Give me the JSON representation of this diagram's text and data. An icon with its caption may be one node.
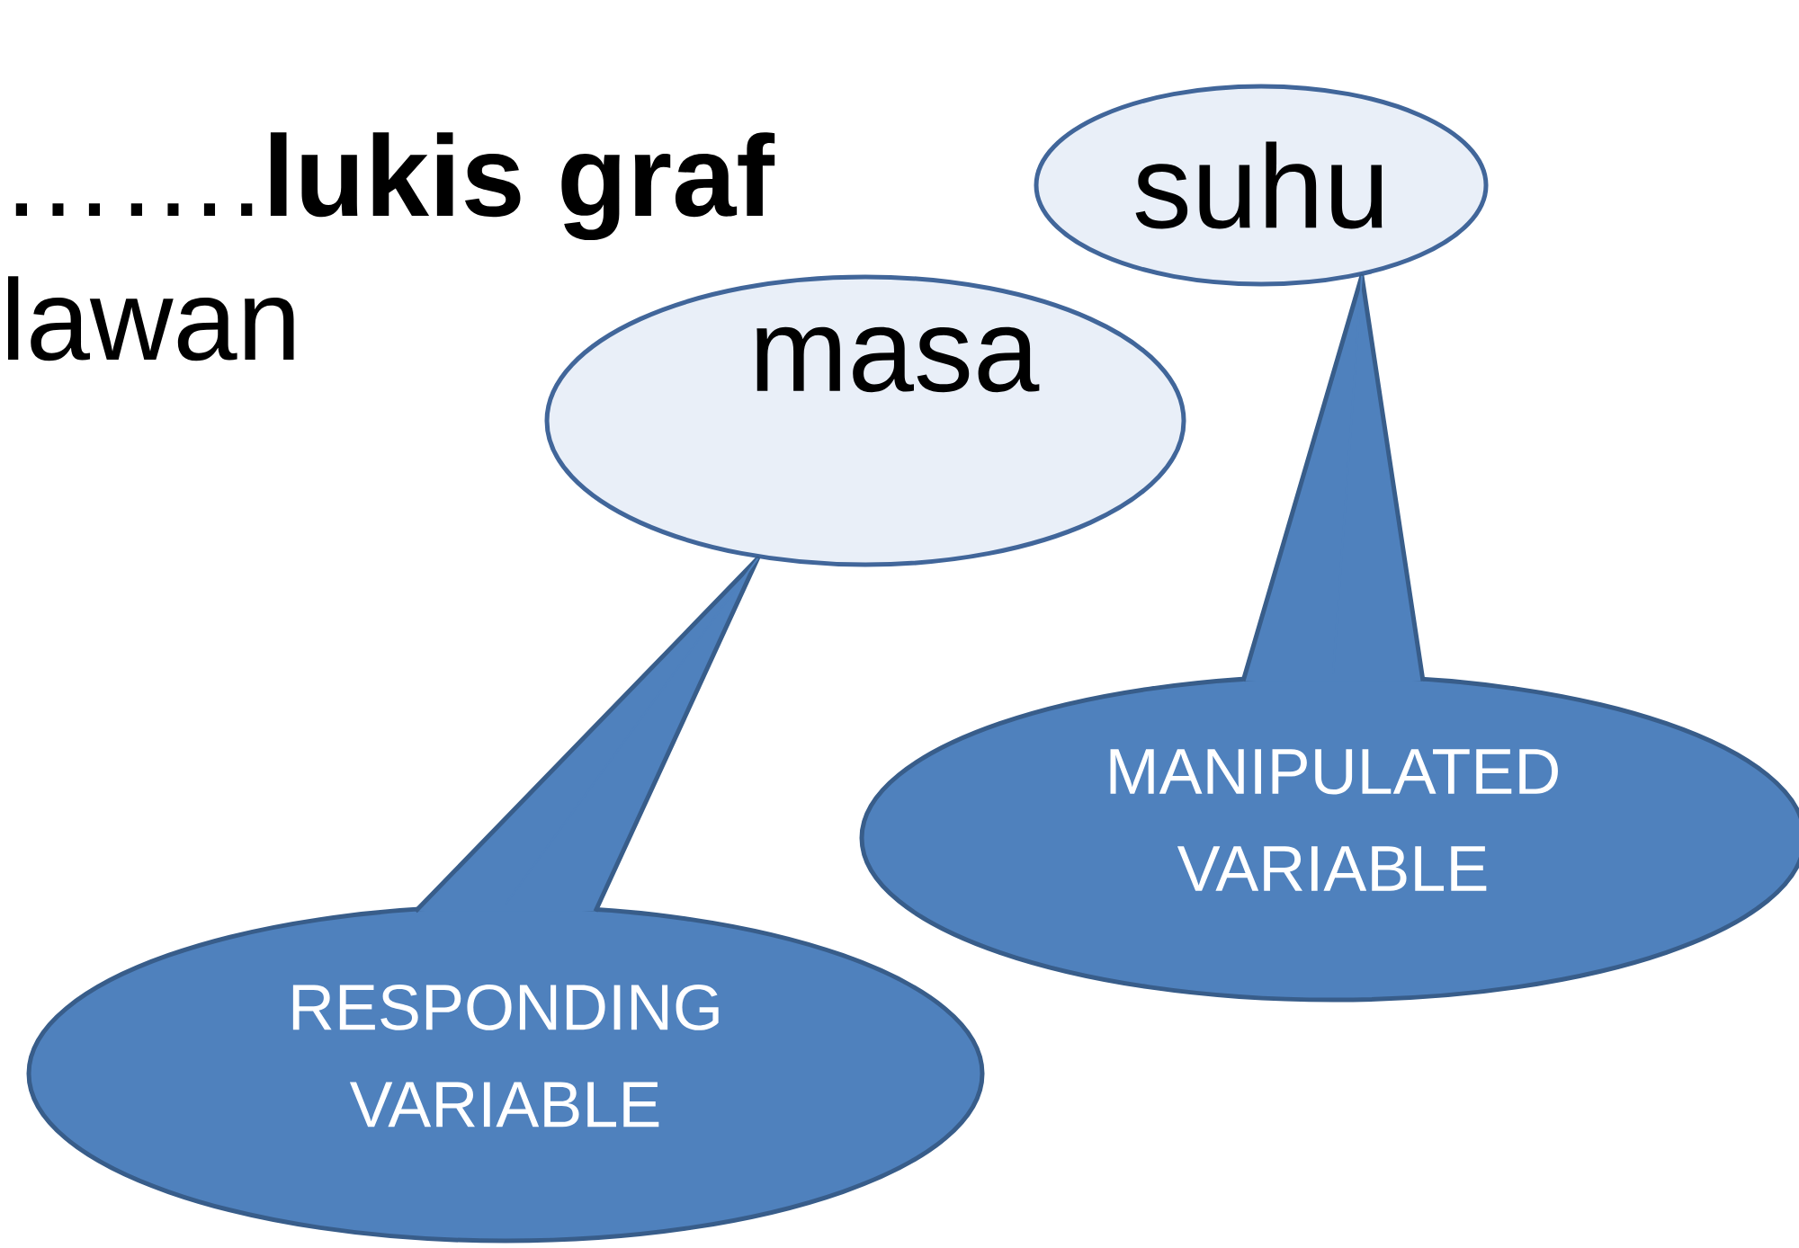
{
  "diagram": {
    "nodes": [
      {
        "text": [
          "suhu"
        ]
      },
      {
        "text": [
          "masa"
        ]
      },
      {
        "text": [
          "MANIPULATED VARIABLE"
        ]
      },
      {
        "text": [
          "RESPONDING VARIABLE"
        ]
      }
    ],
    "edges": [
      {
        "from": 2,
        "to": 0,
        "arrow": "none"
      },
      {
        "from": 3,
        "to": 1,
        "arrow": "none"
      }
    ],
    "labels": [
      "…….**lukis  graf**",
      "lawan"
    ]
  }
}
